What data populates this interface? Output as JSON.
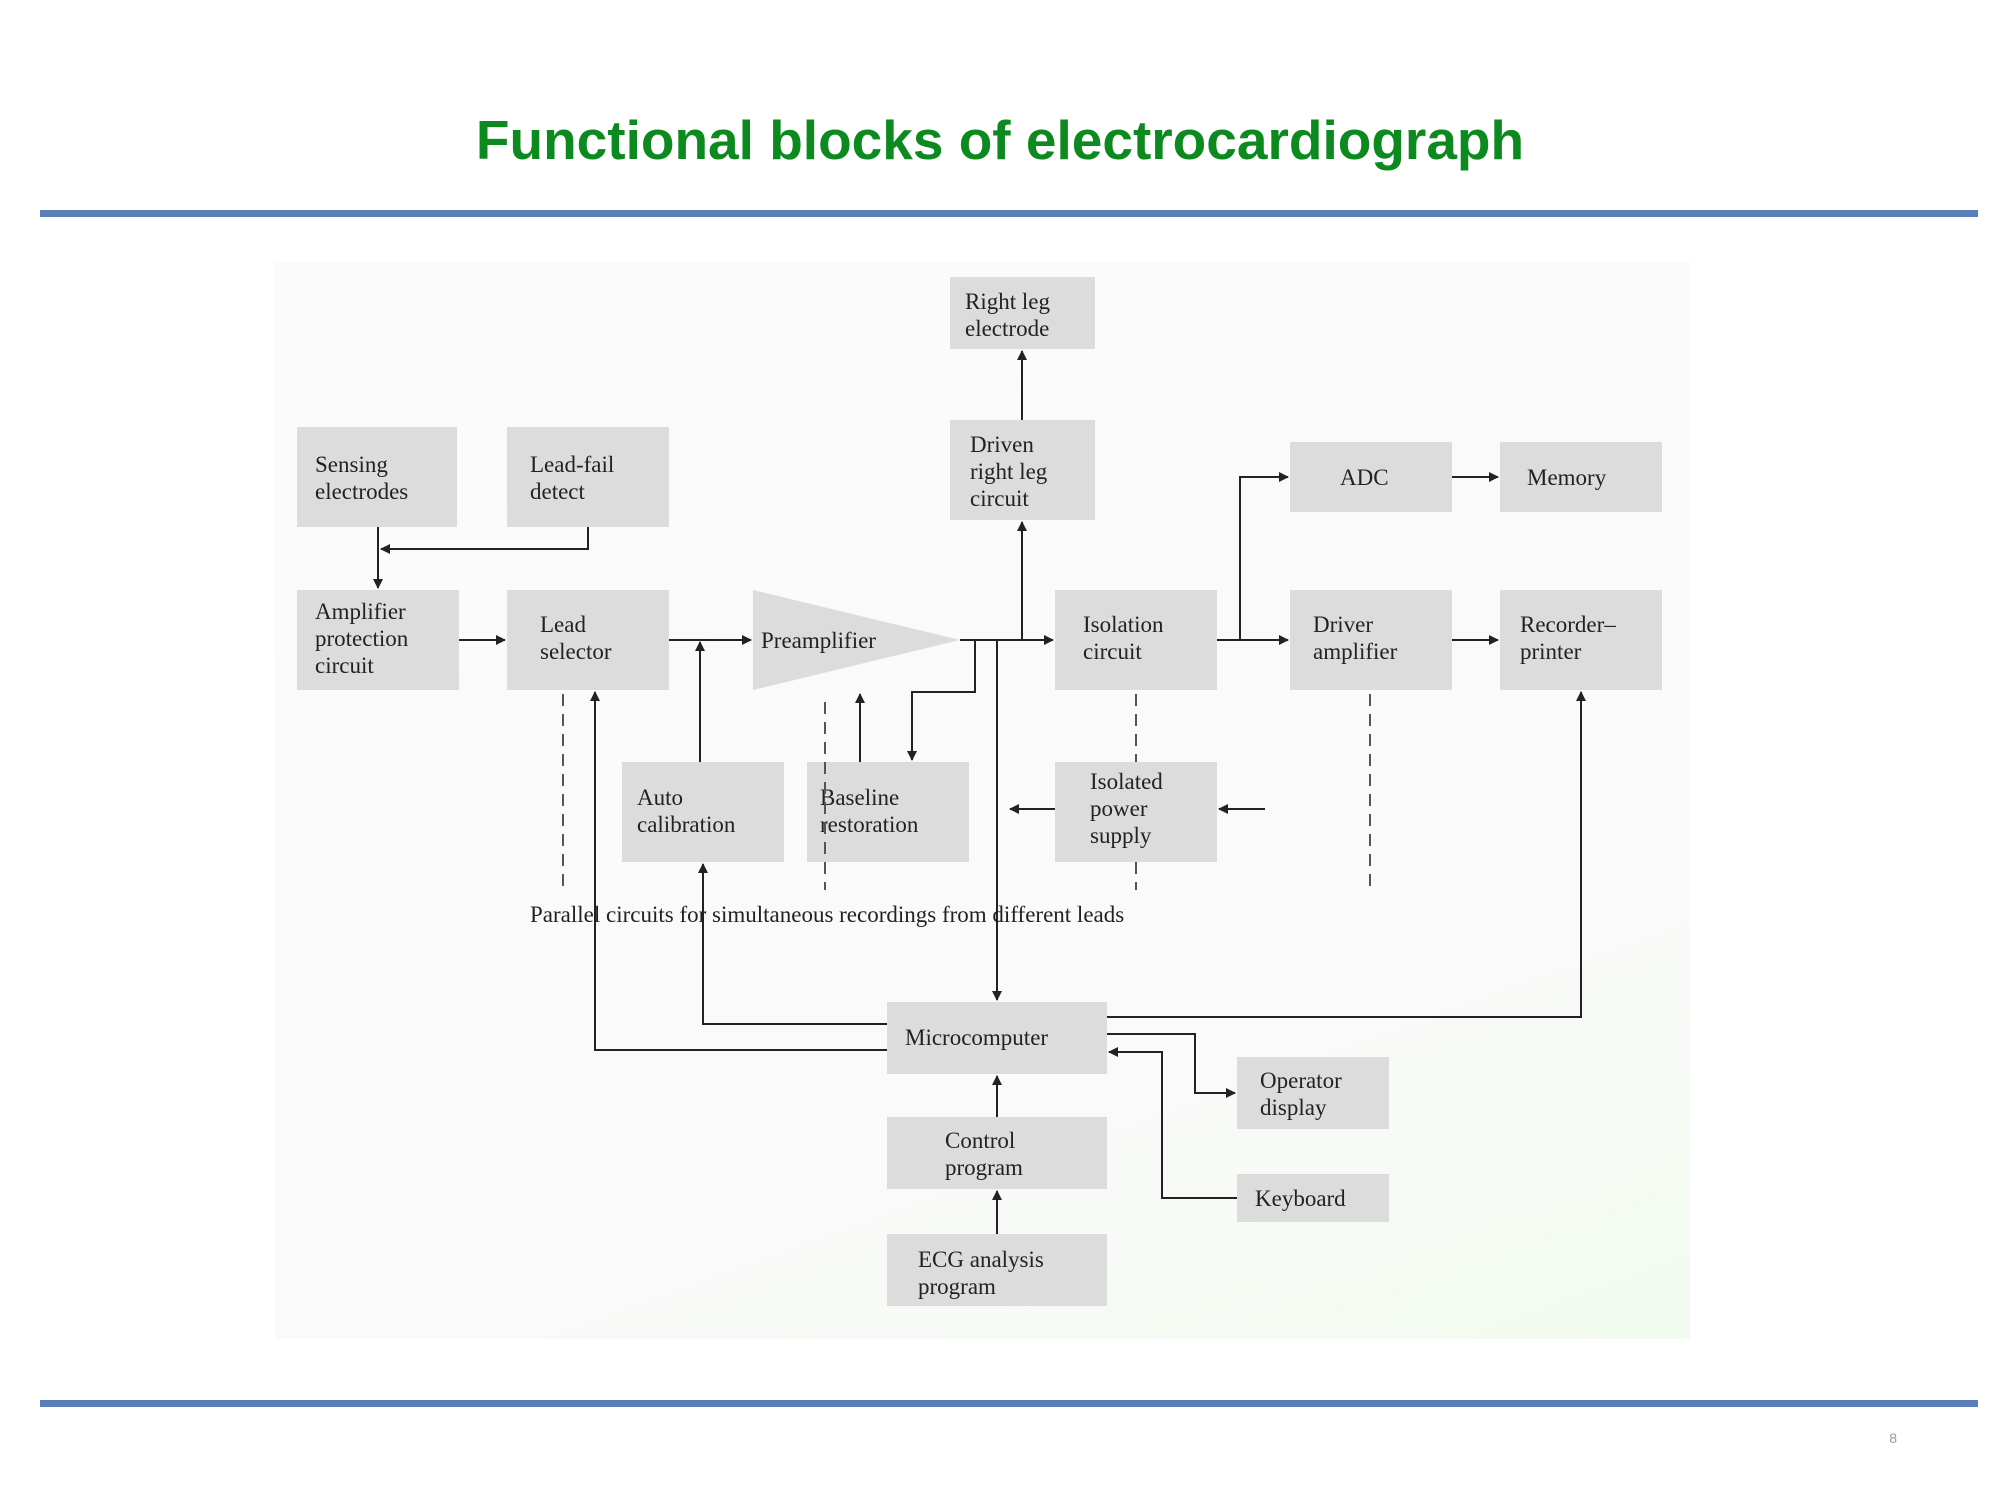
{
  "slide": {
    "title": "Functional blocks of electrocardiograph",
    "page_number": "8"
  },
  "diagram": {
    "blocks": {
      "right_leg_electrode": [
        "Right leg",
        "electrode"
      ],
      "sensing_electrodes": [
        "Sensing",
        "electrodes"
      ],
      "lead_fail_detect": [
        "Lead-fail",
        "detect"
      ],
      "driven_right_leg": [
        "Driven",
        "right leg",
        "circuit"
      ],
      "adc": [
        "ADC"
      ],
      "memory": [
        "Memory"
      ],
      "amplifier_protection": [
        "Amplifier",
        "protection",
        "circuit"
      ],
      "lead_selector": [
        "Lead",
        "selector"
      ],
      "preamplifier": [
        "Preamplifier"
      ],
      "isolation_circuit": [
        "Isolation",
        "circuit"
      ],
      "driver_amplifier": [
        "Driver",
        "amplifier"
      ],
      "recorder_printer": [
        "Recorder–",
        "printer"
      ],
      "auto_calibration": [
        "Auto",
        "calibration"
      ],
      "baseline_restoration": [
        "Baseline",
        "restoration"
      ],
      "isolated_power_supply": [
        "Isolated",
        "power",
        "supply"
      ],
      "microcomputer": [
        "Microcomputer"
      ],
      "operator_display": [
        "Operator",
        "display"
      ],
      "control_program": [
        "Control",
        "program"
      ],
      "keyboard": [
        "Keyboard"
      ],
      "ecg_analysis_program": [
        "ECG analysis",
        "program"
      ]
    },
    "parallel_note": "Parallel circuits for simultaneous recordings from different leads"
  }
}
